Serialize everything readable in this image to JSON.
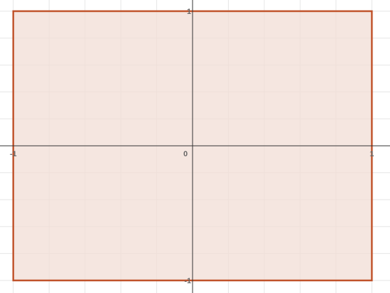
{
  "colors": {
    "background": "#ffffff",
    "grid": "#e6e6e6",
    "axis": "#333333",
    "region_fill": "#f1ddd5",
    "region_stroke": "#c0522a",
    "tick_label": "#666666"
  },
  "chart_data": {
    "type": "area",
    "title": "",
    "xlabel": "",
    "ylabel": "",
    "xlim": [
      -1.05,
      1.05
    ],
    "ylim": [
      -1.05,
      1.05
    ],
    "grid": true,
    "x_ticks": [
      -1,
      0,
      1
    ],
    "y_ticks": [
      -1,
      1
    ],
    "x_tick_labels": [
      "-1",
      "0",
      "1"
    ],
    "y_tick_labels": [
      "-1",
      "1"
    ],
    "origin_label": "0",
    "region": {
      "shape": "rectangle",
      "x": [
        -1,
        1
      ],
      "y": [
        -1,
        1
      ]
    }
  }
}
